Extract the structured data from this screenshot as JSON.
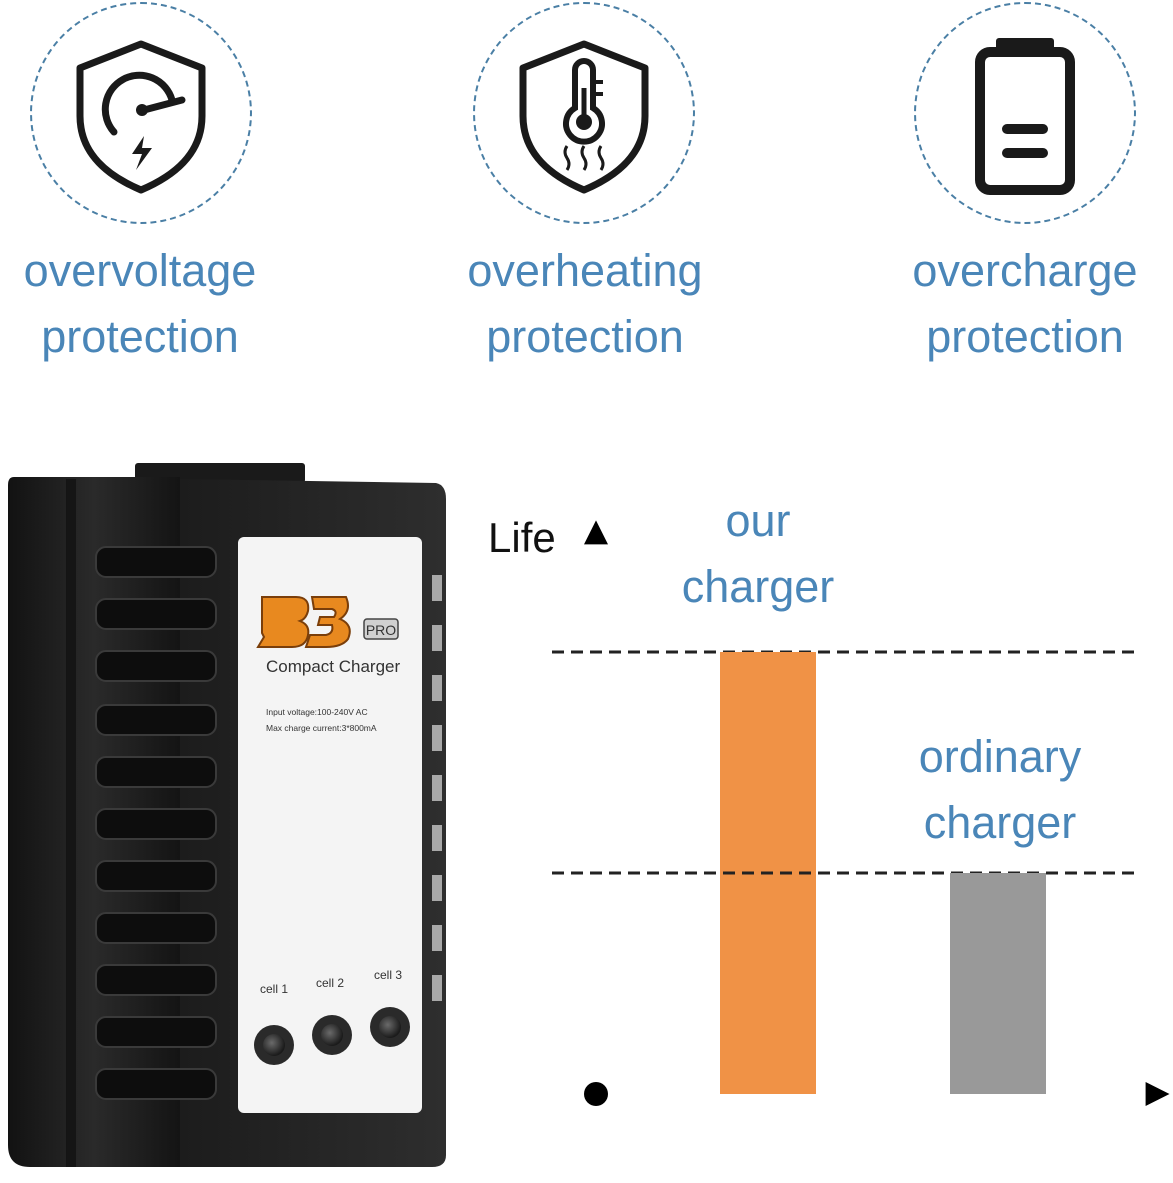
{
  "features": [
    {
      "icon": "shield-gauge-bolt-icon",
      "line1": "overvoltage",
      "line2": "protection"
    },
    {
      "icon": "shield-thermometer-icon",
      "line1": "overheating",
      "line2": "protection"
    },
    {
      "icon": "battery-icon",
      "line1": "overcharge",
      "line2": "protection"
    }
  ],
  "product": {
    "brand_logo": "B3",
    "brand_badge": "PRO",
    "name": "Compact Charger",
    "spec_input": "Input voltage:100-240V AC",
    "spec_current": "Max charge current:3*800mA",
    "cells": [
      "cell 1",
      "cell 2",
      "cell 3"
    ]
  },
  "colors": {
    "caption": "#4a86b8",
    "ring": "#4a7fa5",
    "our_bar": "#f09246",
    "ordinary_bar": "#999999"
  },
  "chart_data": {
    "type": "bar",
    "ylabel": "Life",
    "categories": [
      "our charger",
      "ordinary charger"
    ],
    "labels": [
      [
        "our",
        "charger"
      ],
      [
        "ordinary",
        "charger"
      ]
    ],
    "values": [
      100,
      50
    ],
    "ylim": [
      0,
      100
    ],
    "reference_lines": true
  }
}
